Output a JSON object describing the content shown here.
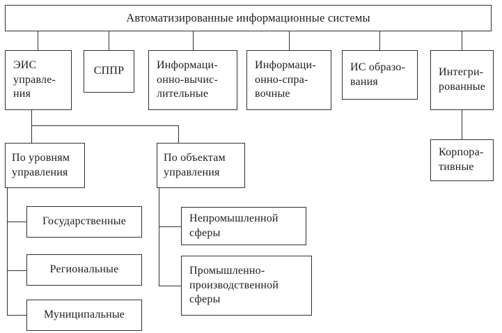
{
  "diagram_title": "Автоматизированные информационные системы",
  "nodes": {
    "root": "Автоматизированные информационные системы",
    "eis": "ЭИС\nуправле-\nния",
    "sppr": "СППР",
    "info_comp": "Информаци-\nонно-вычис-\nлительные",
    "info_ref": "Информаци-\nонно-спра-\nвочные",
    "is_edu": "ИС образо-\nвания",
    "integrated": "Интегри-\nрованные",
    "corporate": "Корпора-\nтивные",
    "by_levels": "По уровням\nуправления",
    "by_objects": "По объектам\nуправления",
    "state": "Государственные",
    "regional": "Региональные",
    "municipal": "Муниципальные",
    "non_industrial": "Непромышленной\nсферы",
    "industrial": "Промышленно-\nпроизводственной\nсферы"
  },
  "colors": {
    "line": "#2e2e2e",
    "background": "#ffffff",
    "text": "#1c1c1c"
  }
}
